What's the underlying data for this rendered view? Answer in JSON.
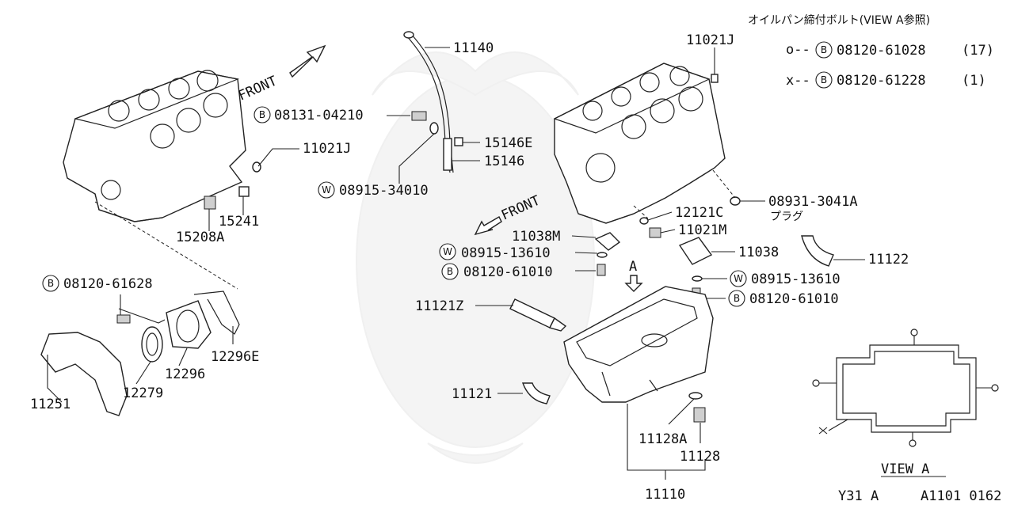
{
  "header": {
    "view_title": "オイルパン締付ボルト(VIEW A参照)",
    "bolt_rows": [
      {
        "marker": "o--",
        "circle": "B",
        "part": "08120-61028",
        "qty": "(17)"
      },
      {
        "marker": "x--",
        "circle": "B",
        "part": "08120-61228",
        "qty": "(1)"
      }
    ]
  },
  "labels": {
    "front_left": "FRONT",
    "front_right": "FRONT",
    "p11140": "11140",
    "p08131": "08131-04210",
    "p15146e": "15146E",
    "p15146": "15146",
    "p11021j_l": "11021J",
    "p08915_34010": "08915-34010",
    "p15241": "15241",
    "p15208a": "15208A",
    "p08120_61628": "08120-61628",
    "p12296e": "12296E",
    "p12296": "12296",
    "p12279": "12279",
    "p11251": "11251",
    "p11021j_r": "11021J",
    "p08931": "08931-3041A",
    "plug_jp": "プラグ",
    "p12121c": "12121C",
    "p11021m": "11021M",
    "p11038m": "11038M",
    "p08915_13610_l": "08915-13610",
    "p08120_61010_l": "08120-61010",
    "p11038": "11038",
    "p11122": "11122",
    "p08915_13610_r": "08915-13610",
    "p08120_61010_r": "08120-61010",
    "arrow_a": "A",
    "p11121z": "11121Z",
    "p11121": "11121",
    "p11128a": "11128A",
    "p11128": "11128",
    "p11110": "11110",
    "view_a": "VIEW A",
    "footer_model": "Y31 A",
    "footer_code": "A1101 0162"
  },
  "circle_letters": {
    "bolt": "B",
    "washer": "W"
  }
}
